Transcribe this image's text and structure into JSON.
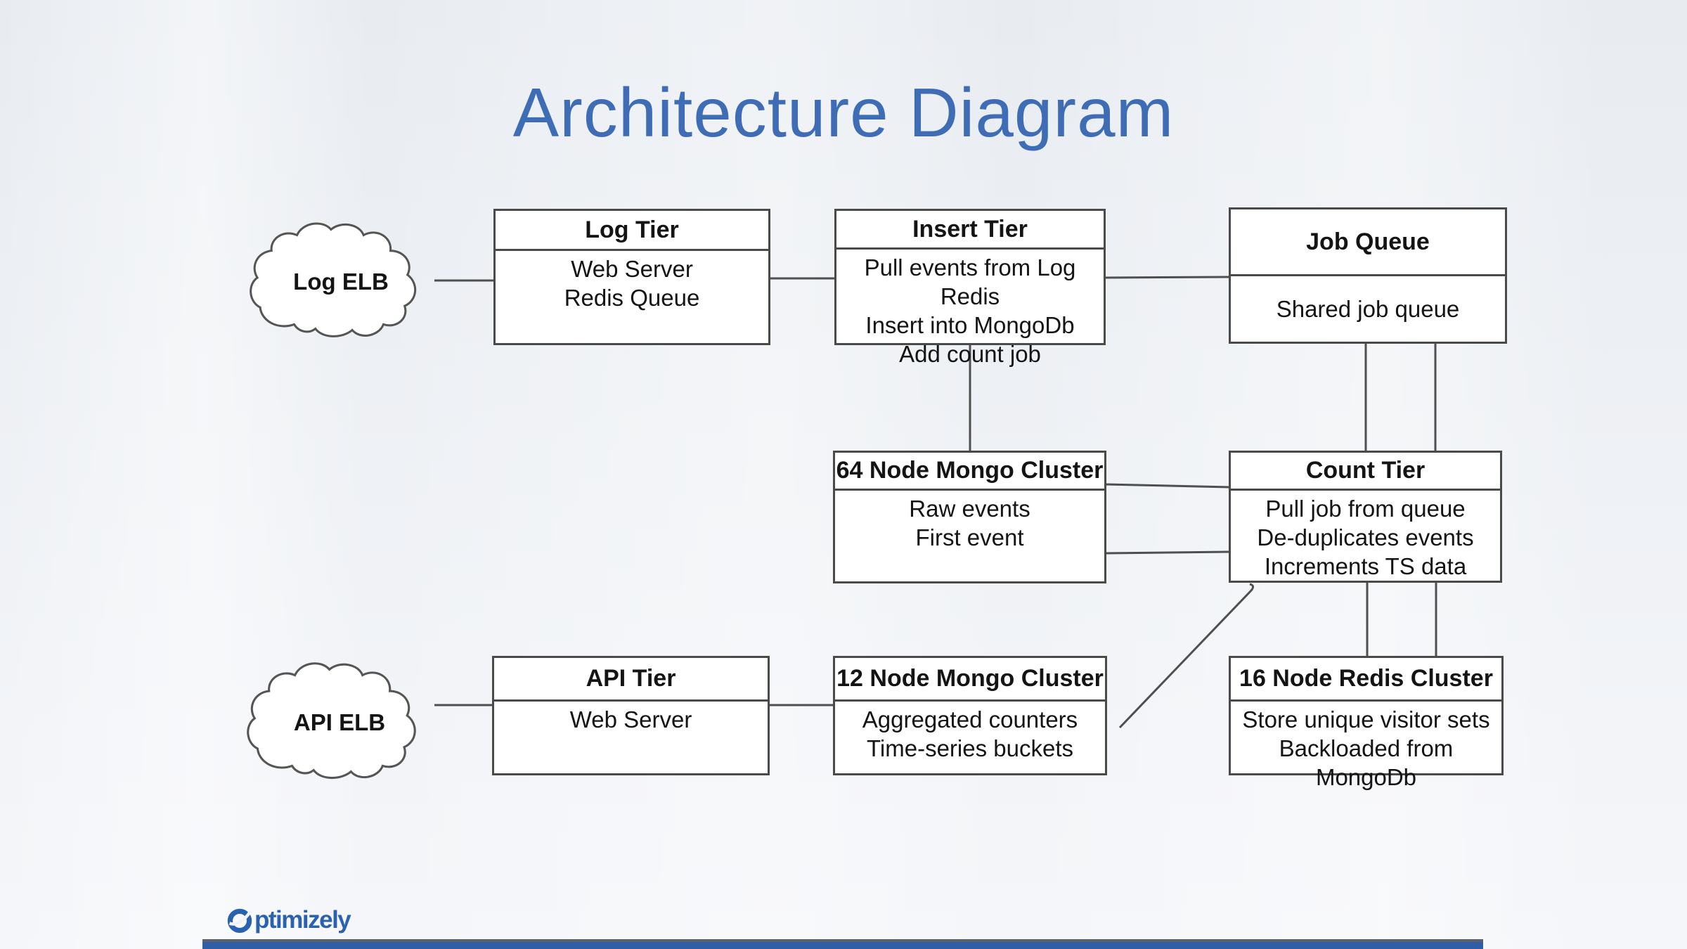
{
  "slide": {
    "title": "Architecture Diagram"
  },
  "brand": {
    "logo_text": "Optimizely",
    "logo_text_rest": "ptimizely"
  },
  "colors": {
    "title_blue": "#3e6db6",
    "logo_blue": "#2b62b0",
    "bar_blue": "#2f5da6",
    "bar_gray": "#5a6168",
    "line_gray": "#4f4f4f",
    "node_border": "#4a4a4a",
    "node_fill": "#ffffff"
  },
  "icons": {
    "cloud": "cloud-shape",
    "logo_o": "optimizely-o"
  },
  "diagram": {
    "log_elb": {
      "label": "Log ELB"
    },
    "api_elb": {
      "label": "API ELB"
    },
    "log_tier": {
      "title": "Log Tier",
      "lines": [
        "Web Server",
        "Redis Queue"
      ]
    },
    "insert_tier": {
      "title": "Insert Tier",
      "lines": [
        "Pull events from Log Redis",
        "Insert into MongoDb",
        "Add count job"
      ]
    },
    "job_queue": {
      "title": "Job Queue",
      "lines": [
        "Shared job queue"
      ]
    },
    "mongo_64": {
      "title": "64 Node Mongo Cluster",
      "lines": [
        "Raw events",
        "First event"
      ]
    },
    "count_tier": {
      "title": "Count Tier",
      "lines": [
        "Pull job from queue",
        "De-duplicates events",
        "Increments TS data"
      ]
    },
    "api_tier": {
      "title": "API Tier",
      "lines": [
        "Web Server"
      ]
    },
    "mongo_12": {
      "title": "12 Node Mongo Cluster",
      "lines": [
        "Aggregated counters",
        "Time-series buckets"
      ]
    },
    "redis_16": {
      "title": "16 Node Redis Cluster",
      "lines": [
        "Store unique visitor sets",
        "Backloaded from MongoDb"
      ]
    },
    "connections": [
      [
        "log_elb",
        "log_tier"
      ],
      [
        "log_tier",
        "insert_tier"
      ],
      [
        "insert_tier",
        "job_queue"
      ],
      [
        "insert_tier",
        "mongo_64"
      ],
      [
        "job_queue",
        "count_tier"
      ],
      [
        "job_queue",
        "count_tier"
      ],
      [
        "mongo_64",
        "count_tier"
      ],
      [
        "mongo_64",
        "count_tier"
      ],
      [
        "count_tier",
        "redis_16"
      ],
      [
        "count_tier",
        "redis_16"
      ],
      [
        "api_elb",
        "api_tier"
      ],
      [
        "api_tier",
        "mongo_12"
      ],
      [
        "mongo_12",
        "count_tier"
      ]
    ]
  }
}
